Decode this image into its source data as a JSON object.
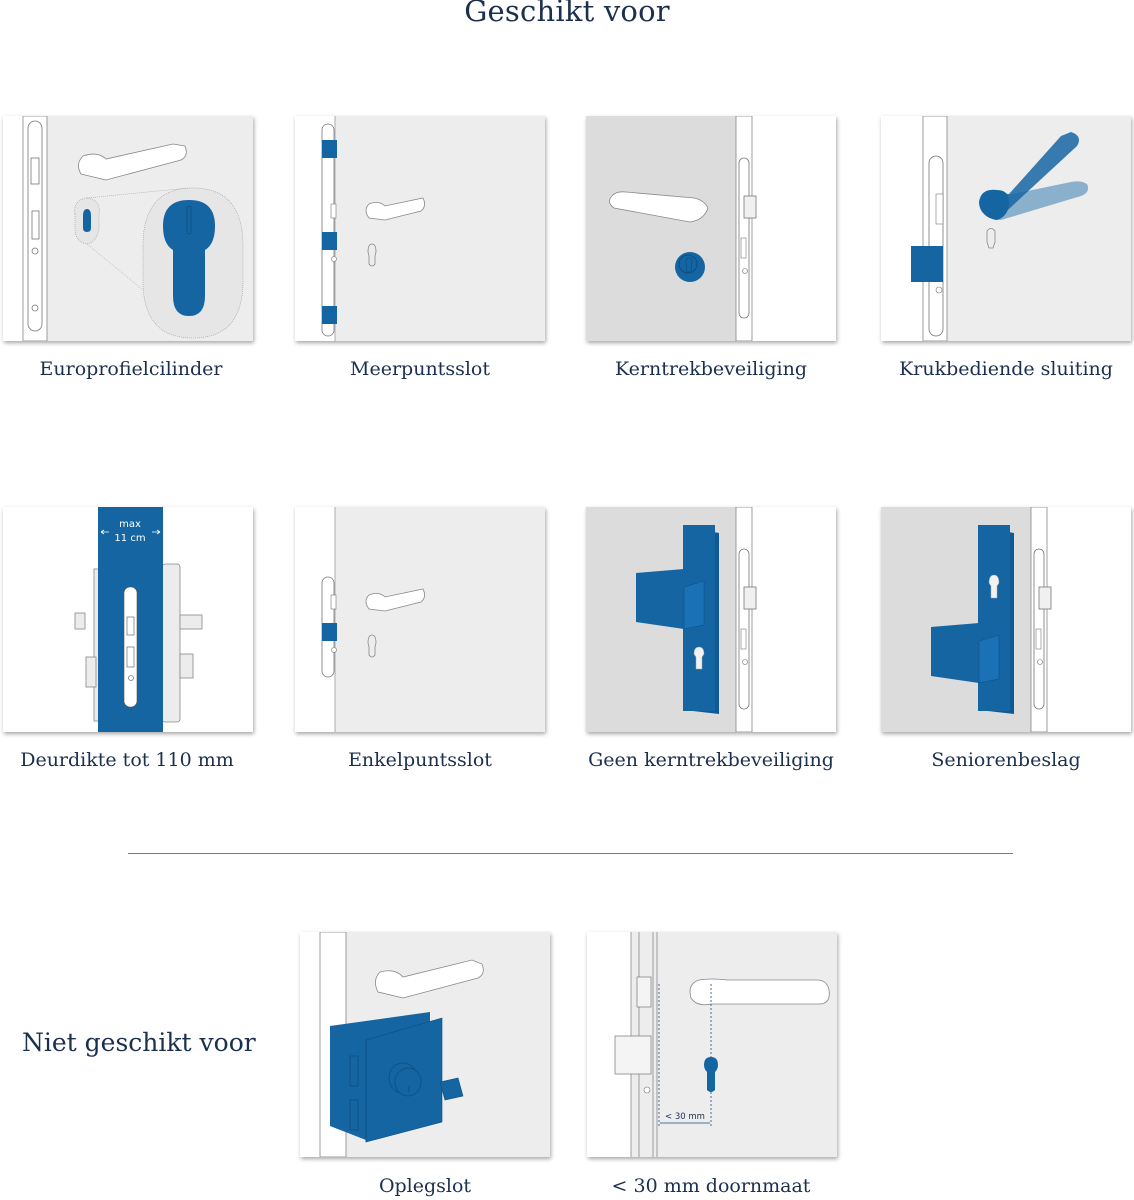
{
  "header": {
    "title": "Geschikt voor"
  },
  "colors": {
    "accent_blue": "#1565a3",
    "text_navy": "#1b2f4e",
    "door_gray": "#ededed",
    "frame_white": "#ffffff",
    "divider": "#6d7d93"
  },
  "suitable": [
    {
      "label": "Europrofielcilinder",
      "illustration": "euro-profile-cylinder-illustration"
    },
    {
      "label": "Meerpuntsslot",
      "illustration": "multipoint-lock-illustration"
    },
    {
      "label": "Kerntrekbeveiliging",
      "illustration": "core-pull-protection-illustration"
    },
    {
      "label": "Krukbediende sluiting",
      "illustration": "handle-operated-lock-illustration"
    },
    {
      "label": "Deurdikte tot 110 mm",
      "illustration": "door-thickness-illustration",
      "annotation": {
        "line1": "max",
        "line2": "11 cm"
      }
    },
    {
      "label": "Enkelpuntsslot",
      "illustration": "single-point-lock-illustration"
    },
    {
      "label": "Geen kerntrekbeveiliging",
      "illustration": "no-core-pull-protection-illustration"
    },
    {
      "label": "Seniorenbeslag",
      "illustration": "senior-fitting-illustration"
    }
  ],
  "not_suitable": {
    "heading": "Niet geschikt voor",
    "items": [
      {
        "label": "Oplegslot",
        "illustration": "rim-lock-illustration"
      },
      {
        "label": "< 30 mm doornmaat",
        "illustration": "backset-illustration",
        "annotation": "< 30 mm"
      }
    ]
  }
}
